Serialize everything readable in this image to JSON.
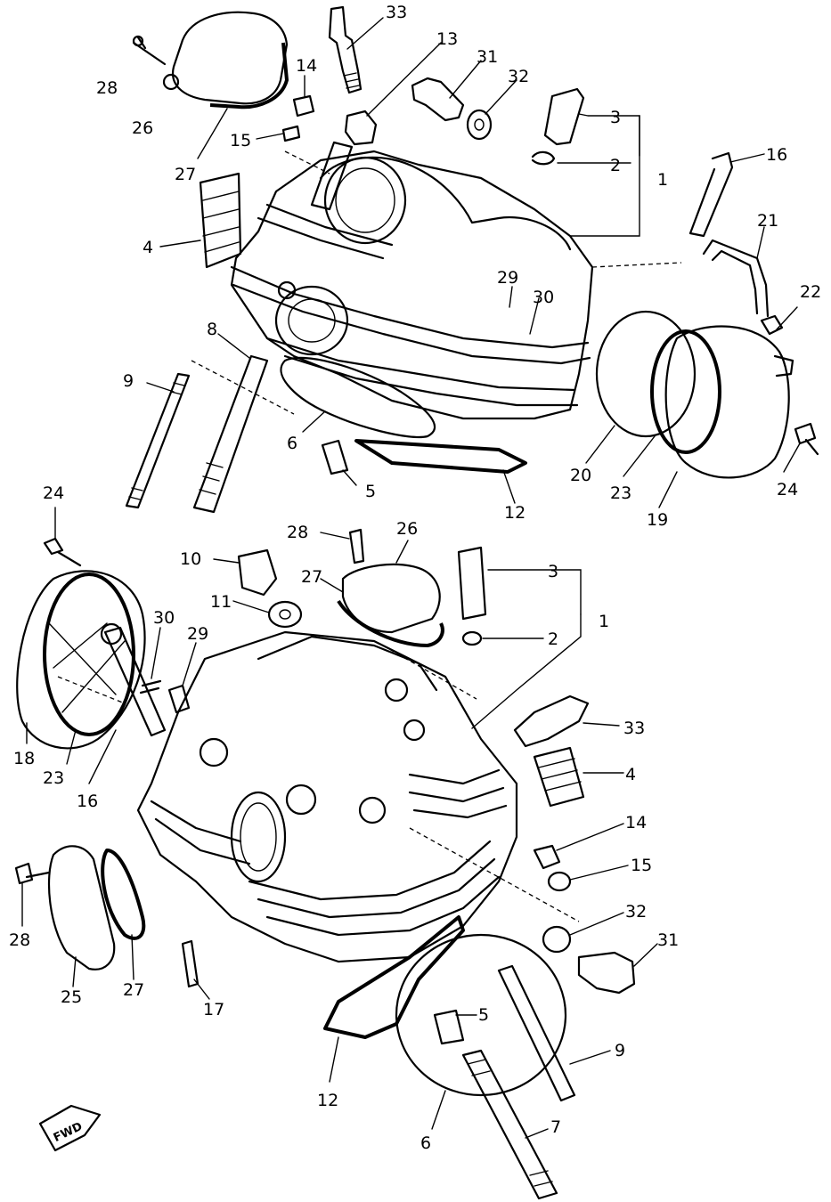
{
  "labels": {
    "l33a": "33",
    "l13a": "13",
    "l31a": "31",
    "l32a": "32",
    "l14a": "14",
    "l28a": "28",
    "l26a": "26",
    "l15a": "15",
    "l27a": "27",
    "l3a": "3",
    "l2a": "2",
    "l1a": "1",
    "l16a": "16",
    "l4a": "4",
    "l21a": "21",
    "l29a": "29",
    "l30a": "30",
    "l22a": "22",
    "l8a": "8",
    "l9a": "9",
    "l6a": "6",
    "l5a": "5",
    "l12a": "12",
    "l20a": "20",
    "l23a": "23",
    "l19a": "19",
    "l24a": "24",
    "l24b": "24",
    "l28b": "28",
    "l26b": "26",
    "l10b": "10",
    "l27b": "27",
    "l11b": "11",
    "l3b": "3",
    "l1b": "1",
    "l2b": "2",
    "l30b": "30",
    "l29b": "29",
    "l18b": "18",
    "l23b": "23",
    "l16b": "16",
    "l33b": "33",
    "l4b": "4",
    "l14b": "14",
    "l15b": "15",
    "l32b": "32",
    "l31b": "31",
    "l28c": "28",
    "l27c": "27",
    "l25b": "25",
    "l17b": "17",
    "l5b": "5",
    "l9b": "9",
    "l12b": "12",
    "l6b": "6",
    "l7b": "7"
  },
  "fwd_marker": "FWD"
}
